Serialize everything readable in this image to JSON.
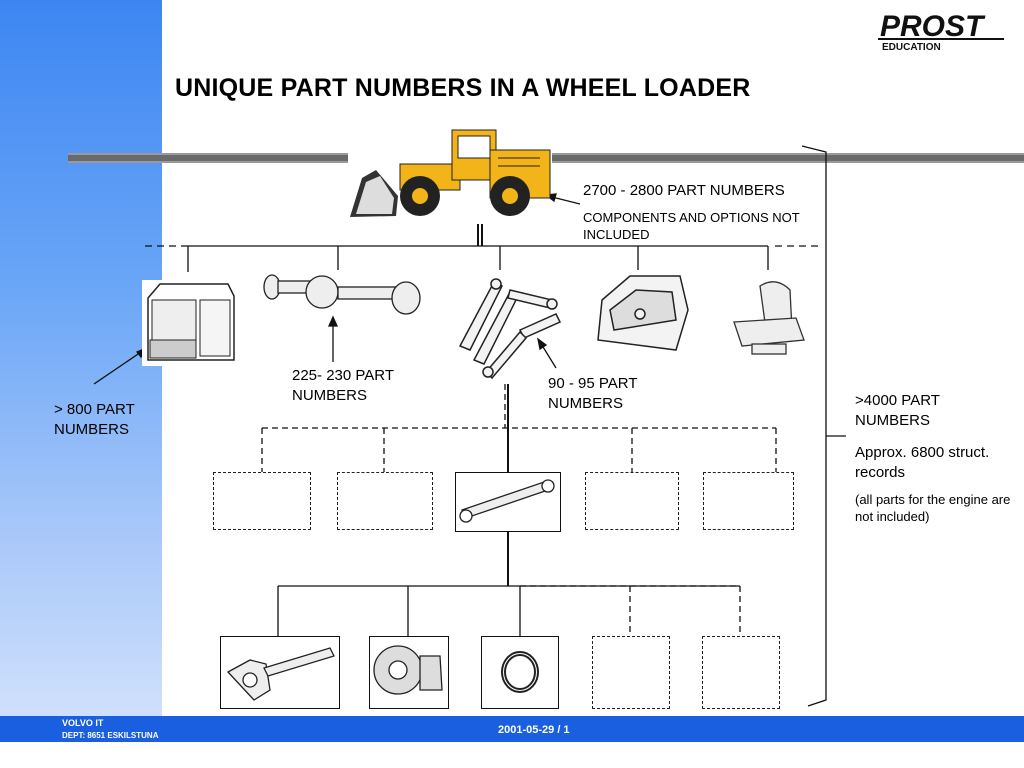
{
  "title": "UNIQUE PART NUMBERS IN A WHEEL LOADER",
  "logo": {
    "brand": "PROST",
    "sub": "EDUCATION"
  },
  "labels": {
    "loader_count": "2700 - 2800  PART NUMBERS",
    "loader_note": "COMPONENTS AND OPTIONS NOT INCLUDED",
    "cab_count": "> 800 PART NUMBERS",
    "axle_count": "225- 230 PART NUMBERS",
    "linkage_count": "90 - 95 PART NUMBERS",
    "right_count": ">4000 PART NUMBERS",
    "right_records": "Approx. 6800 struct. records",
    "right_note": "(all parts for the engine are not included)"
  },
  "footer": {
    "org": "VOLVO IT",
    "dept": "DEPT: 8651 ESKILSTUNA",
    "date_page": "2001-05-29  / 1"
  },
  "colors": {
    "band_top": "#3d86f2",
    "band_bottom": "#cfe0fc",
    "footer_bar": "#1a5fe0",
    "loader_yellow": "#f2b418"
  },
  "icons": {
    "loader": "wheel-loader-icon",
    "cab": "cab-icon",
    "axle": "axle-icon",
    "linkage": "lift-arm-linkage-icon",
    "frame": "front-frame-icon",
    "seat": "operator-seat-icon",
    "cylinder": "hydraulic-cylinder-icon",
    "rod": "piston-rod-icon",
    "head": "cylinder-head-icon",
    "ring": "seal-ring-icon"
  }
}
